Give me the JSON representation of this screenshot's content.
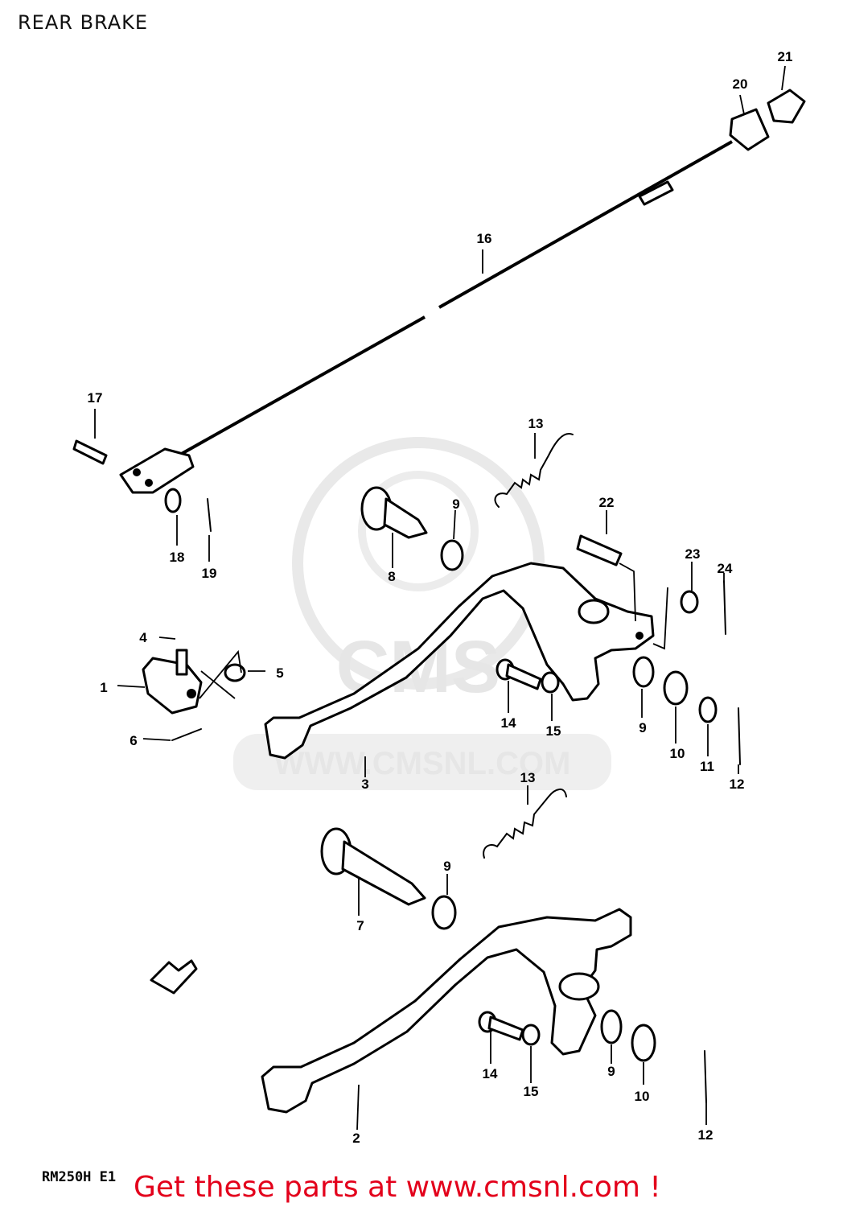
{
  "title": "REAR BRAKE",
  "watermark": {
    "brand": "CMS",
    "url": "WWW.CMSNL.COM"
  },
  "model_code": "RM250H E1",
  "footer": {
    "cta": "Get these parts at www.cmsnl.com !",
    "cta_color": "#e3001b"
  },
  "callouts": {
    "c1": "1",
    "c2": "2",
    "c3": "3",
    "c4": "4",
    "c5": "5",
    "c6": "6",
    "c7": "7",
    "c8": "8",
    "c9a": "9",
    "c9b": "9",
    "c9c": "9",
    "c9d": "9",
    "c10a": "10",
    "c10b": "10",
    "c11": "11",
    "c12a": "12",
    "c12b": "12",
    "c13a": "13",
    "c13b": "13",
    "c14a": "14",
    "c14b": "14",
    "c15a": "15",
    "c15b": "15",
    "c16": "16",
    "c17": "17",
    "c18": "18",
    "c19": "19",
    "c20": "20",
    "c21": "21",
    "c22": "22",
    "c23": "23",
    "c24": "24"
  }
}
